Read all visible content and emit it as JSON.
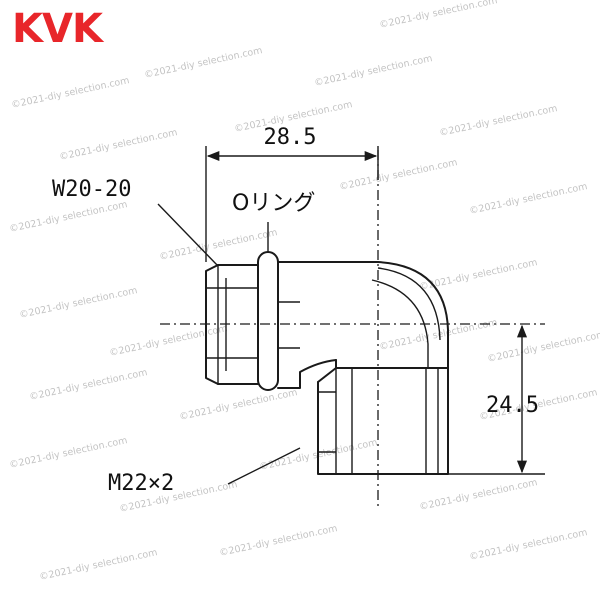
{
  "brand": {
    "logo_text": "KVK",
    "logo_color": "#e8262a"
  },
  "watermark": {
    "text": "©2021-diy selection.com",
    "color": "#c4c4c4"
  },
  "labels": {
    "width_dim": "28.5",
    "height_dim": "24.5",
    "inlet_thread": "W20-20",
    "o_ring": "Oリング",
    "outlet_thread": "M22×2"
  }
}
